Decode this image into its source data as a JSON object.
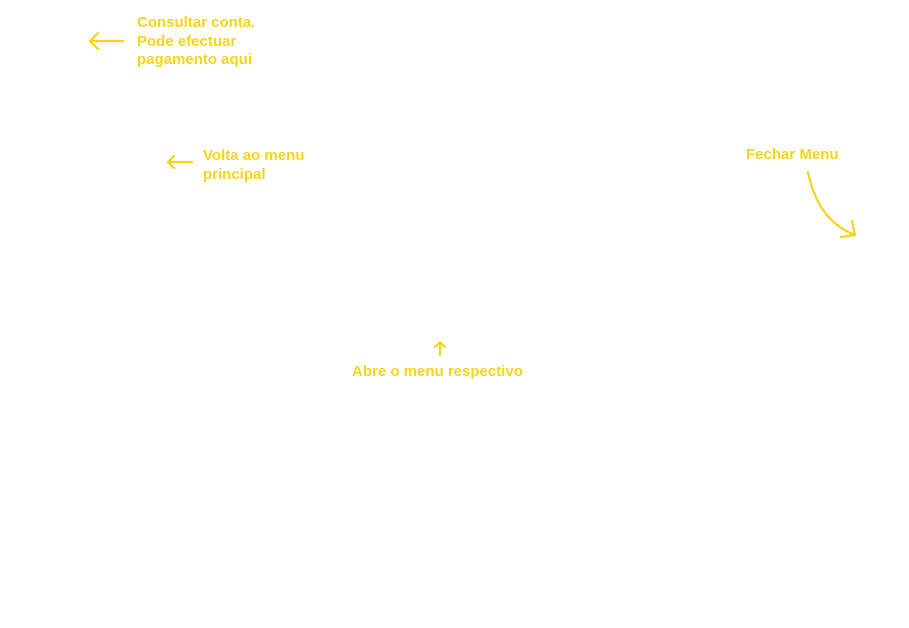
{
  "colors": {
    "annotation": "#F6D417",
    "background": "#FFFFFF"
  },
  "hints": {
    "account": {
      "text": "Consultar conta.\nPode efectuar\npagamento aqui",
      "icon": "arrow-left-icon"
    },
    "back": {
      "text": "Volta ao menu\nprincipal",
      "icon": "arrow-left-icon"
    },
    "close": {
      "text": "Fechar Menu",
      "icon": "curved-arrow-down-right-icon"
    },
    "open_menu": {
      "text": "Abre o menu respectivo",
      "icon": "arrow-up-icon"
    }
  }
}
